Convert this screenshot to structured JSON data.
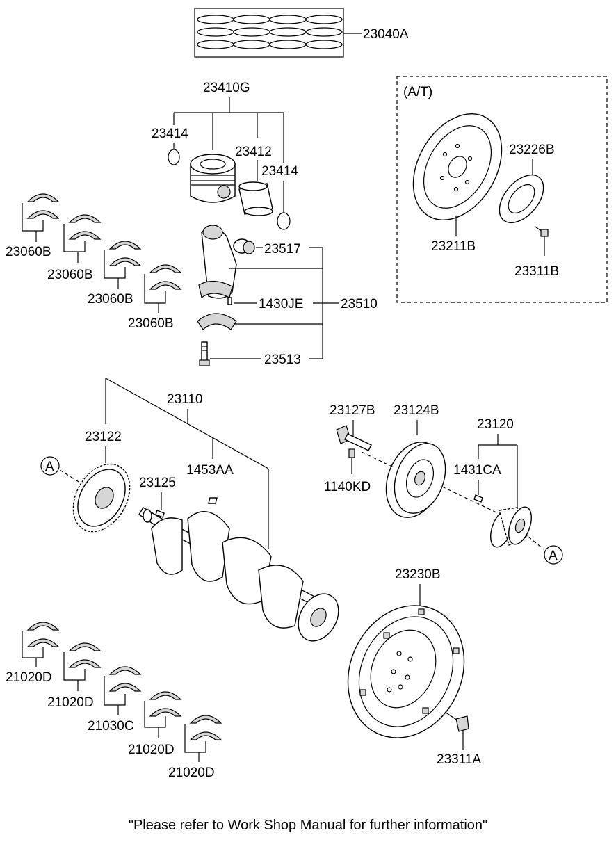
{
  "labels": {
    "ring_set": "23040A",
    "piston_assy": "23410G",
    "snap_ring_left": "23414",
    "piston_pin": "23412",
    "snap_ring_right": "23414",
    "bushing": "23517",
    "nut": "1430JE",
    "conrod_assy": "23510",
    "bolt": "23513",
    "conrod_bearing_1": "23060B",
    "conrod_bearing_2": "23060B",
    "conrod_bearing_3": "23060B",
    "conrod_bearing_4": "23060B",
    "at_heading": "(A/T)",
    "drive_plate": "23211B",
    "adapter_plate": "23226B",
    "drive_plate_bolt": "23311B",
    "crankshaft_assy": "23110",
    "gear": "23122",
    "key_1": "23125",
    "key_2": "1453AA",
    "pulley_bolt": "23127B",
    "damper_pulley": "23124B",
    "sprocket_assy": "23120",
    "pin": "1140KD",
    "woodruff_key": "1431CA",
    "ref_a_left": "A",
    "ref_a_right": "A",
    "flywheel": "23230B",
    "flywheel_bolt": "23311A",
    "main_bearing_1": "21020D",
    "main_bearing_2": "21020D",
    "thrust_bearing": "21030C",
    "main_bearing_3": "21020D",
    "main_bearing_4": "21020D"
  },
  "footer_note": "\"Please refer to Work Shop Manual for further information\""
}
